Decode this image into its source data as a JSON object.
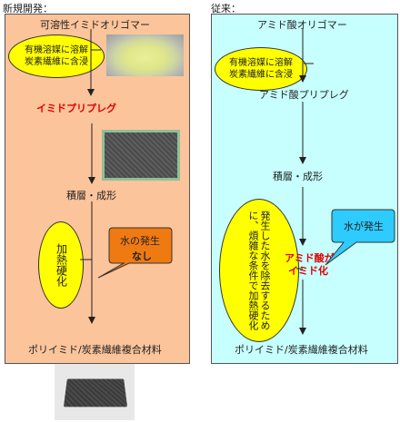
{
  "headers": {
    "new": "新規開発：",
    "conventional": "従来："
  },
  "left": {
    "title": "可溶性イミドオリゴマー",
    "dissolve_note": [
      "有機溶媒に溶解",
      "炭素繊維に含浸"
    ],
    "prepreg": "イミドプリプレグ",
    "lamination": "積層・成形",
    "cure": "加熱硬化",
    "water_callout": [
      "水の発生",
      "なし"
    ],
    "product": "ポリイミド/炭素繊維複合材料"
  },
  "right": {
    "title": "アミド酸オリゴマー",
    "dissolve_note": [
      "有機溶媒に溶解",
      "炭素繊維に含浸"
    ],
    "prepreg": "アミド酸プリプレグ",
    "lamination": "積層・成形",
    "cure_note": "発生した水を除去するために、煩雑な条件で加熱硬化",
    "water_callout": "水が発生",
    "imidization": [
      "アミド酸が",
      "イミド化"
    ],
    "product": "ポリイミド/炭素繊維複合材料"
  },
  "colors": {
    "left_bg": "#fcc49b",
    "right_bg": "#c7ffff",
    "ellipse": "#ffff00",
    "orange_callout": "#f07a12",
    "cyan_callout": "#2ecbff",
    "emphasis_red": "#e00000"
  }
}
